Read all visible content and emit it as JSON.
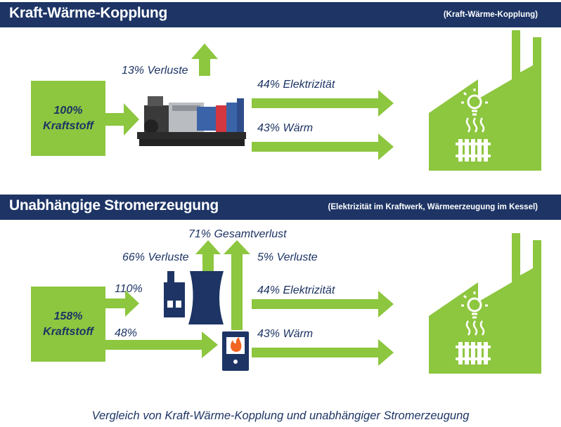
{
  "section1": {
    "title": "Kraft-Wärme-Kopplung",
    "subtitle": "(Kraft-Wärme-Kopplung)",
    "fuel_label": "100%\nKraftstoff",
    "loss_label": "13% Verluste",
    "electricity_label": "44% Elektrizität",
    "heat_label": "43% Wärm"
  },
  "section2": {
    "title": "Unabhängige Stromerzeugung",
    "subtitle": "(Elektrizität im Kraftwerk, Wärmeerzeugung im Kessel)",
    "fuel_label": "158%\nKraftstoff",
    "to_plant_label": "110%",
    "to_boiler_label": "48%",
    "total_loss_label": "71% Gesamtverlust",
    "plant_loss_label": "66% Verluste",
    "boiler_loss_label": "5% Verluste",
    "electricity_label": "44% Elektrizität",
    "heat_label": "43% Wärm"
  },
  "caption": "Vergleich von Kraft-Wärme-Kopplung und unabhängiger Stromerzeugung",
  "colors": {
    "green": "#8dc63f",
    "navy": "#1d3465",
    "boiler_flame": "#f26522"
  },
  "icons": [
    "generator-image",
    "factory-icon",
    "lightbulb-icon",
    "heat-waves-icon",
    "radiator-icon",
    "power-plant-icon",
    "cooling-tower-icon",
    "boiler-icon",
    "flame-icon"
  ]
}
